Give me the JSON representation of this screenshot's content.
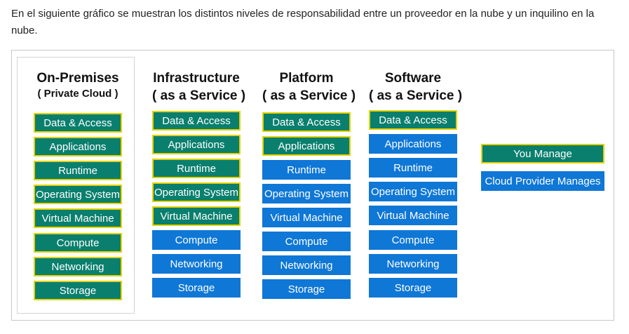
{
  "intro": "En el siguiente gráfico se muestran los distintos niveles de responsabilidad entre un proveedor en la nube y un inquilino en la nube.",
  "colors": {
    "you_manage": "#0a7f6e",
    "you_manage_border": "#e4d200",
    "cloud_manages": "#0f77d6"
  },
  "columns": [
    {
      "title_line1": "On-Premises",
      "title_line2": "( Private Cloud )",
      "rows": [
        {
          "label": "Data & Access",
          "owner": "you"
        },
        {
          "label": "Applications",
          "owner": "you"
        },
        {
          "label": "Runtime",
          "owner": "you"
        },
        {
          "label": "Operating System",
          "owner": "you"
        },
        {
          "label": "Virtual Machine",
          "owner": "you"
        },
        {
          "label": "Compute",
          "owner": "you"
        },
        {
          "label": "Networking",
          "owner": "you"
        },
        {
          "label": "Storage",
          "owner": "you"
        }
      ]
    },
    {
      "title_line1": "Infrastructure",
      "title_line2": "( as a Service )",
      "rows": [
        {
          "label": "Data & Access",
          "owner": "you"
        },
        {
          "label": "Applications",
          "owner": "you"
        },
        {
          "label": "Runtime",
          "owner": "you"
        },
        {
          "label": "Operating System",
          "owner": "you"
        },
        {
          "label": "Virtual Machine",
          "owner": "you"
        },
        {
          "label": "Compute",
          "owner": "cloud"
        },
        {
          "label": "Networking",
          "owner": "cloud"
        },
        {
          "label": "Storage",
          "owner": "cloud"
        }
      ]
    },
    {
      "title_line1": "Platform",
      "title_line2": "( as a Service )",
      "rows": [
        {
          "label": "Data & Access",
          "owner": "you"
        },
        {
          "label": "Applications",
          "owner": "you"
        },
        {
          "label": "Runtime",
          "owner": "cloud"
        },
        {
          "label": "Operating System",
          "owner": "cloud"
        },
        {
          "label": "Virtual Machine",
          "owner": "cloud"
        },
        {
          "label": "Compute",
          "owner": "cloud"
        },
        {
          "label": "Networking",
          "owner": "cloud"
        },
        {
          "label": "Storage",
          "owner": "cloud"
        }
      ]
    },
    {
      "title_line1": "Software",
      "title_line2": "( as a Service )",
      "rows": [
        {
          "label": "Data & Access",
          "owner": "you"
        },
        {
          "label": "Applications",
          "owner": "cloud"
        },
        {
          "label": "Runtime",
          "owner": "cloud"
        },
        {
          "label": "Operating System",
          "owner": "cloud"
        },
        {
          "label": "Virtual Machine",
          "owner": "cloud"
        },
        {
          "label": "Compute",
          "owner": "cloud"
        },
        {
          "label": "Networking",
          "owner": "cloud"
        },
        {
          "label": "Storage",
          "owner": "cloud"
        }
      ]
    }
  ],
  "legend": {
    "you_manage": "You Manage",
    "cloud_manages": "Cloud Provider Manages"
  }
}
